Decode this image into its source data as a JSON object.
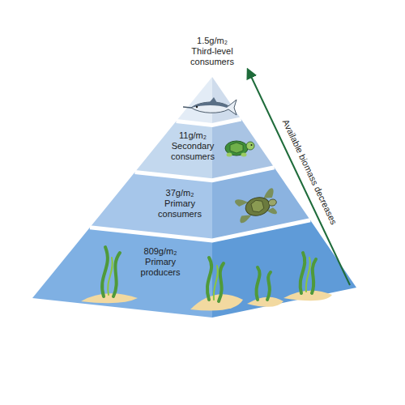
{
  "diagram": {
    "nodes": [
      {
        "text": [
          "1.5g/m₂",
          "Third-level consumers"
        ]
      },
      {
        "text": [
          "11g/m₂",
          "Secondary consumers"
        ]
      },
      {
        "text": [
          "37g/m₂",
          "Primary consumers"
        ]
      },
      {
        "text": [
          "809g/m₂",
          "Primary producers"
        ]
      }
    ],
    "labels": [
      "Available biomass decreases"
    ]
  }
}
